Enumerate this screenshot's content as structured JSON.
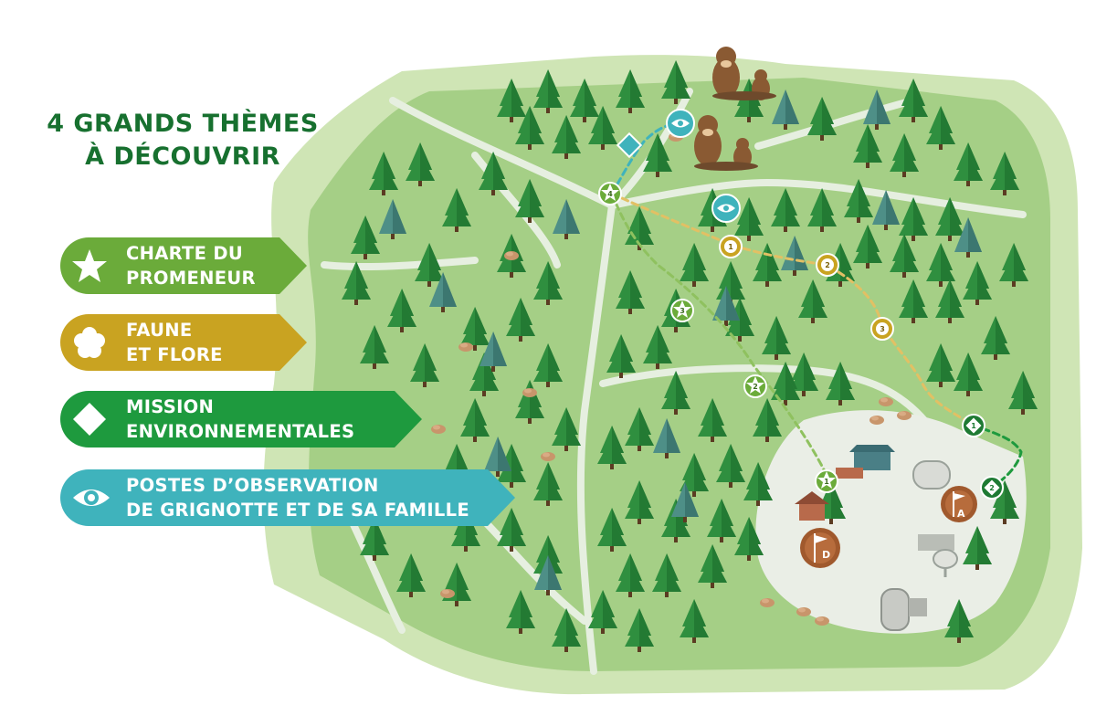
{
  "title": {
    "line1": "4 GRANDS THÈMES",
    "line2": "À DÉCOUVRIR"
  },
  "legend": [
    {
      "line1": "CHARTE DU",
      "line2": "PROMENEUR",
      "color": "#6bab3a",
      "icon": "star-icon"
    },
    {
      "line1": "FAUNE",
      "line2": "ET FLORE",
      "color": "#c9a321",
      "icon": "flower-icon"
    },
    {
      "line1": "MISSION",
      "line2": "ENVIRONNEMENTALES",
      "color": "#1e9a3e",
      "icon": "diamond-icon"
    },
    {
      "line1": "POSTES D’OBSERVATION",
      "line2": "DE GRIGNOTTE ET DE SA FAMILLE",
      "color": "#3fb3bc",
      "icon": "eye-icon"
    }
  ],
  "markers": {
    "star": [
      "1",
      "2",
      "3",
      "4"
    ],
    "flower": [
      "1",
      "2",
      "3"
    ],
    "diamond": [
      "1",
      "2"
    ],
    "flags": [
      "D",
      "A"
    ]
  },
  "colors": {
    "title": "#17702f",
    "map_light": "#cfe5b5",
    "map_mid": "#a5cf86",
    "paths": "#e6efe0",
    "village": "#eaeee6",
    "tree": "#2f8f3f",
    "tree_dark": "#1f6e2f"
  }
}
